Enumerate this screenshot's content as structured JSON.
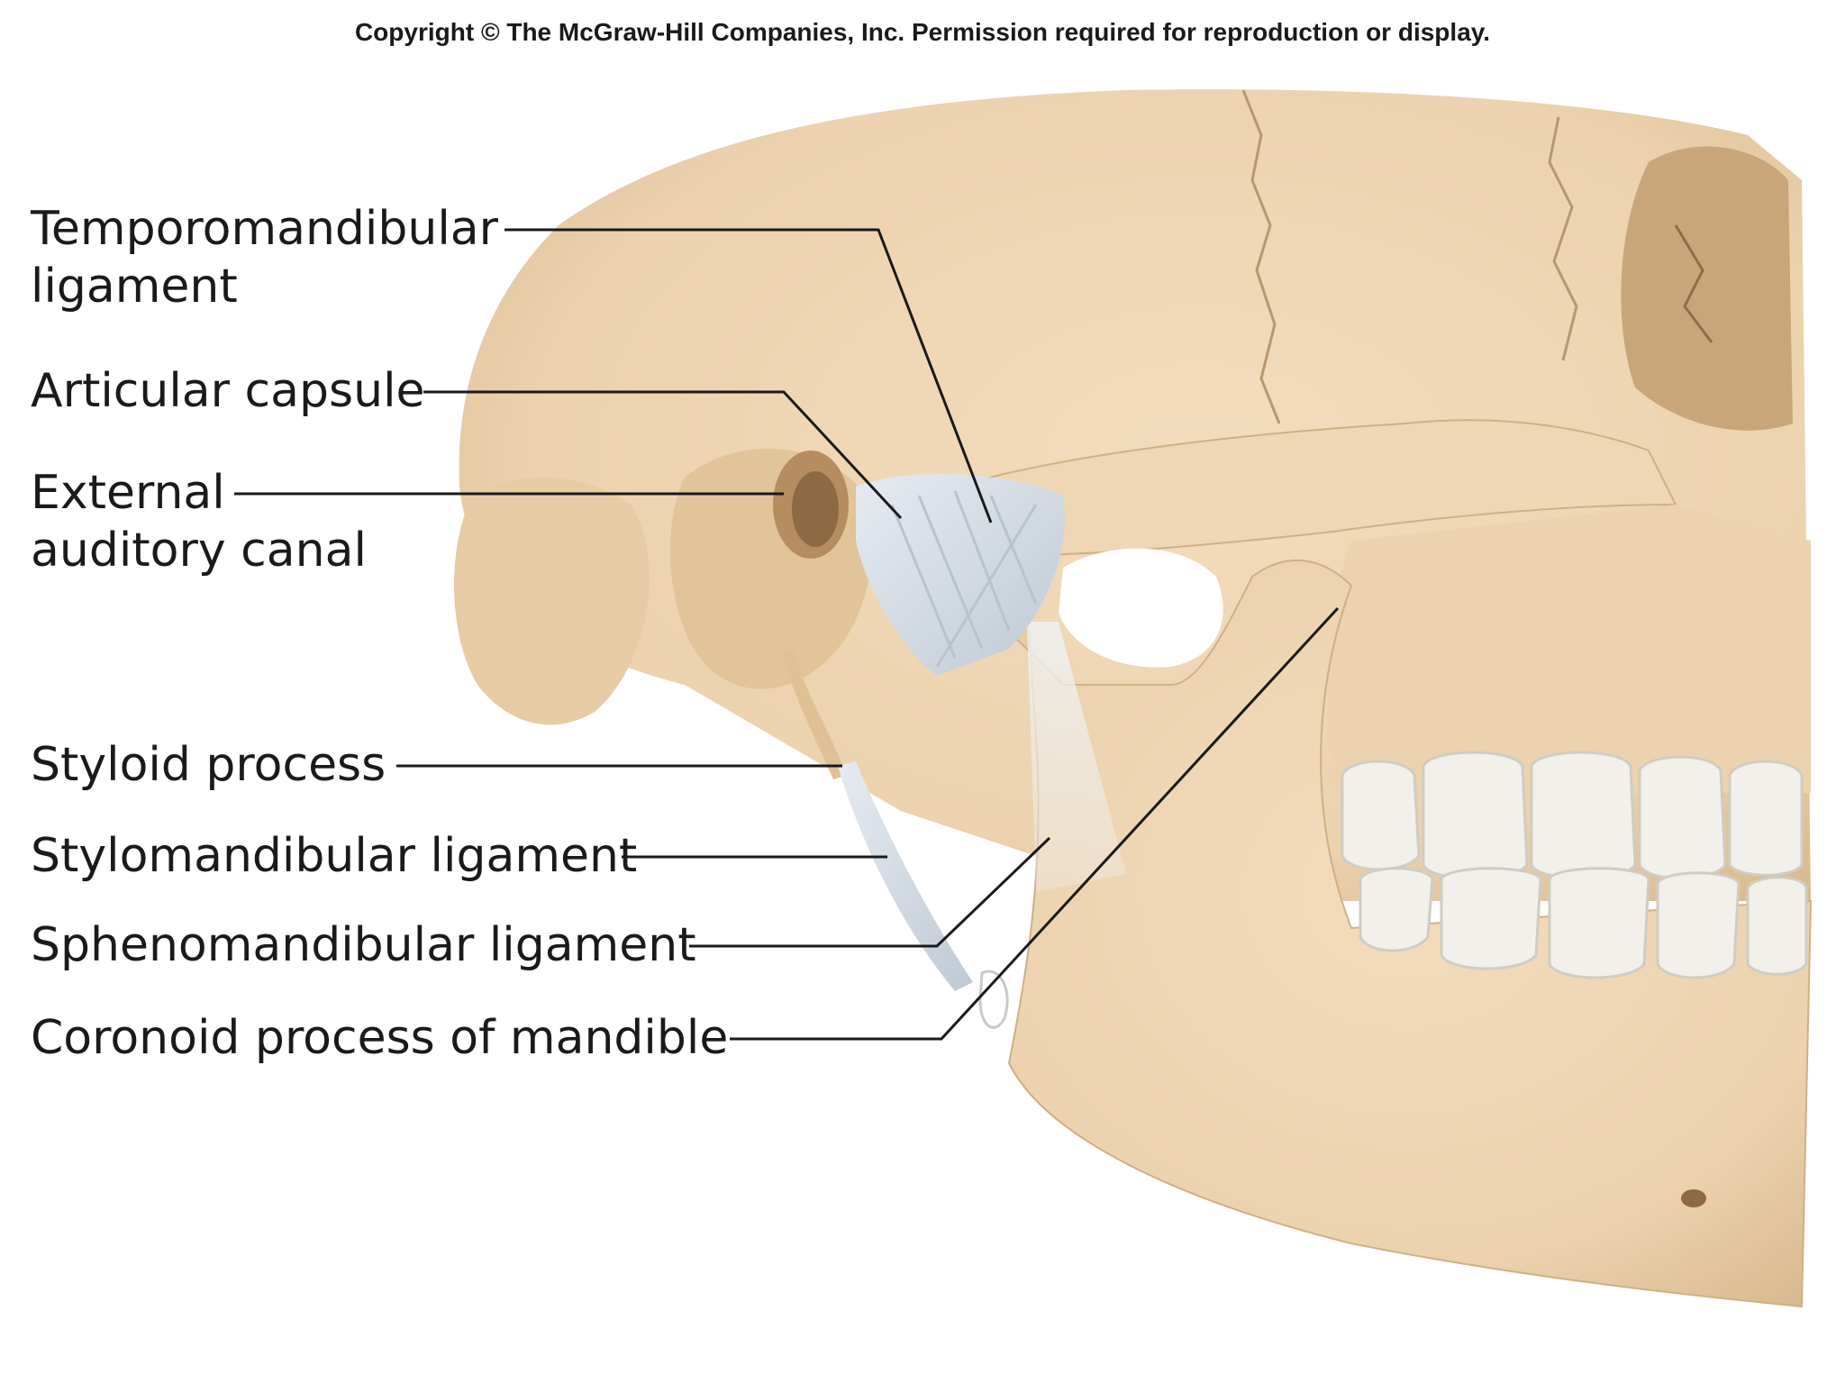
{
  "copyright": "Copyright © The McGraw-Hill Companies, Inc. Permission required for reproduction or display.",
  "labels": {
    "temporomandibular_ligament": [
      "Temporomandibular",
      "ligament"
    ],
    "articular_capsule": "Articular capsule",
    "external_auditory_canal": [
      "External",
      "auditory canal"
    ],
    "styloid_process": "Styloid process",
    "stylomandibular_ligament": "Stylomandibular ligament",
    "sphenomandibular_ligament": "Sphenomandibular ligament",
    "coronoid_process": "Coronoid process of mandible"
  },
  "colors": {
    "bone": "#ecd2ae",
    "bone_shadow": "#d9b98f",
    "ligament": "#d5dde6",
    "teeth": "#f1f0ea",
    "leader_line": "#1a1a1a"
  }
}
